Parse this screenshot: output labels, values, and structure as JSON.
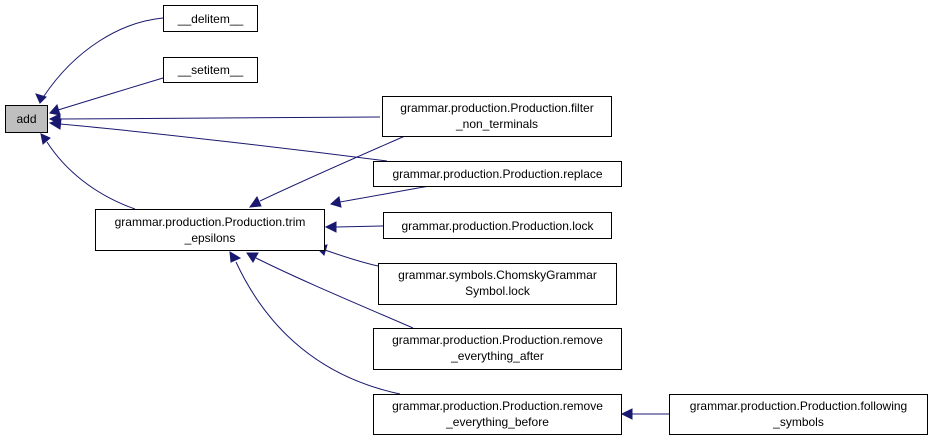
{
  "diagram": {
    "colors": {
      "edge": "#191970",
      "node_fill": "#ffffff",
      "focus_fill": "#bfbfbf",
      "border": "#000000"
    },
    "nodes": {
      "add": {
        "lines": [
          "add"
        ]
      },
      "delitem": {
        "lines": [
          "__delitem__"
        ]
      },
      "setitem": {
        "lines": [
          "__setitem__"
        ]
      },
      "filter_non_terminals": {
        "lines": [
          "grammar.production.Production.filter",
          "_non_terminals"
        ]
      },
      "replace": {
        "lines": [
          "grammar.production.Production.replace"
        ]
      },
      "trim_epsilons": {
        "lines": [
          "grammar.production.Production.trim",
          "_epsilons"
        ]
      },
      "production_lock": {
        "lines": [
          "grammar.production.Production.lock"
        ]
      },
      "chomsky_lock": {
        "lines": [
          "grammar.symbols.ChomskyGrammar",
          "Symbol.lock"
        ]
      },
      "remove_everything_after": {
        "lines": [
          "grammar.production.Production.remove",
          "_everything_after"
        ]
      },
      "remove_everything_before": {
        "lines": [
          "grammar.production.Production.remove",
          "_everything_before"
        ]
      },
      "following_symbols": {
        "lines": [
          "grammar.production.Production.following",
          "_symbols"
        ]
      }
    }
  }
}
